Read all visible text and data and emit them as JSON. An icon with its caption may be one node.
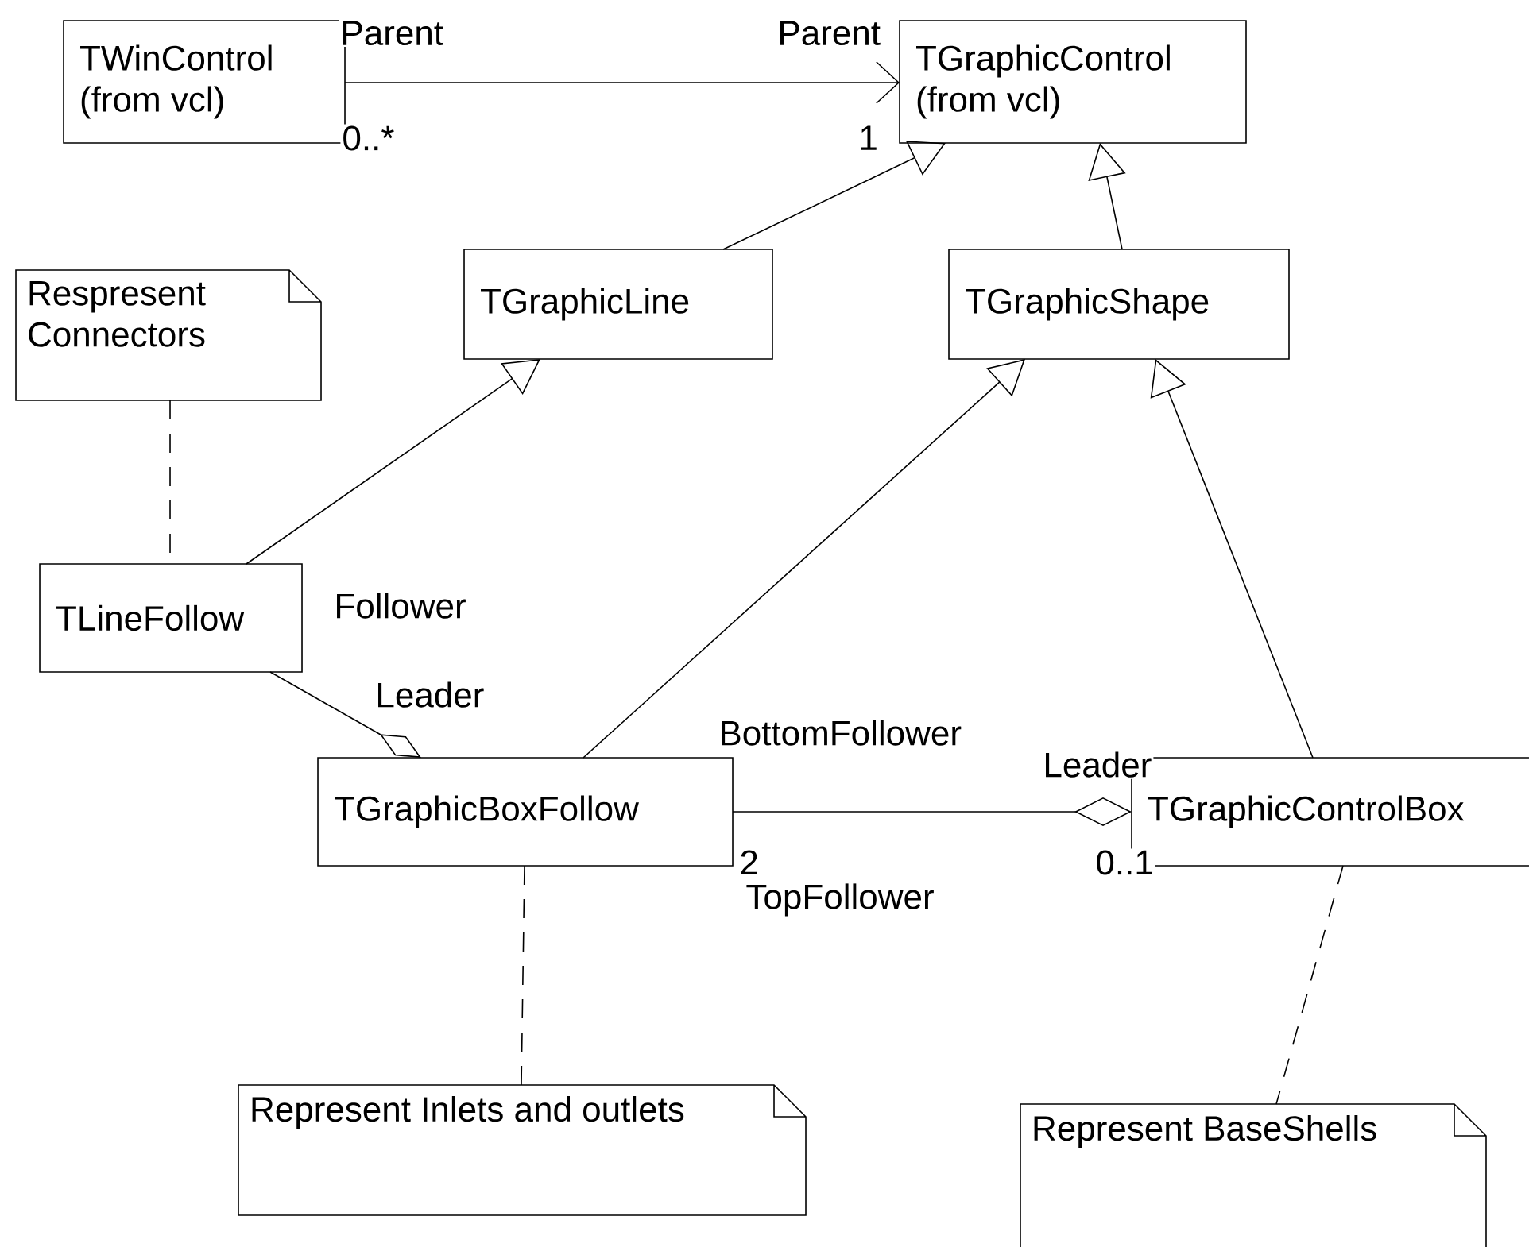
{
  "diagram": {
    "nodes": [
      {
        "text": [
          "TWinControl",
          "(from vcl)"
        ]
      },
      {
        "text": [
          "TGraphicControl",
          "(from vcl)"
        ]
      },
      {
        "text": [
          "TGraphicLine"
        ]
      },
      {
        "text": [
          "TGraphicShape"
        ]
      },
      {
        "text": [
          "Respresent Connectors"
        ]
      },
      {
        "text": [
          "TLineFollow"
        ]
      },
      {
        "text": [
          "TGraphicBoxFollow"
        ]
      },
      {
        "text": [
          "TGraphicControlBox"
        ]
      },
      {
        "text": [
          "Represent Inlets and outlets"
        ]
      },
      {
        "text": [
          "Represent BaseShells"
        ]
      }
    ],
    "edges": [
      {
        "from": 0,
        "to": 1,
        "arrow": "to"
      },
      {
        "from": 2,
        "to": 1,
        "arrow": "to"
      },
      {
        "from": 3,
        "to": 1,
        "arrow": "to"
      },
      {
        "from": 5,
        "to": 2,
        "arrow": "to"
      },
      {
        "from": 6,
        "to": 3,
        "arrow": "to"
      },
      {
        "from": 7,
        "to": 3,
        "arrow": "to"
      },
      {
        "from": 5,
        "to": 6,
        "arrow": "other"
      },
      {
        "from": 6,
        "to": 7,
        "arrow": "other"
      },
      {
        "from": 4,
        "to": 5,
        "arrow": "none",
        "style": "dashed"
      },
      {
        "from": 6,
        "to": 8,
        "arrow": "none",
        "style": "dashed"
      },
      {
        "from": 7,
        "to": 9,
        "arrow": "none",
        "style": "dashed"
      }
    ],
    "labels": [
      "Parent",
      "Parent",
      "0..*",
      "1",
      "Follower",
      "Leader",
      "BottomFollower",
      "Leader",
      "2",
      "TopFollower",
      "0..1"
    ]
  }
}
